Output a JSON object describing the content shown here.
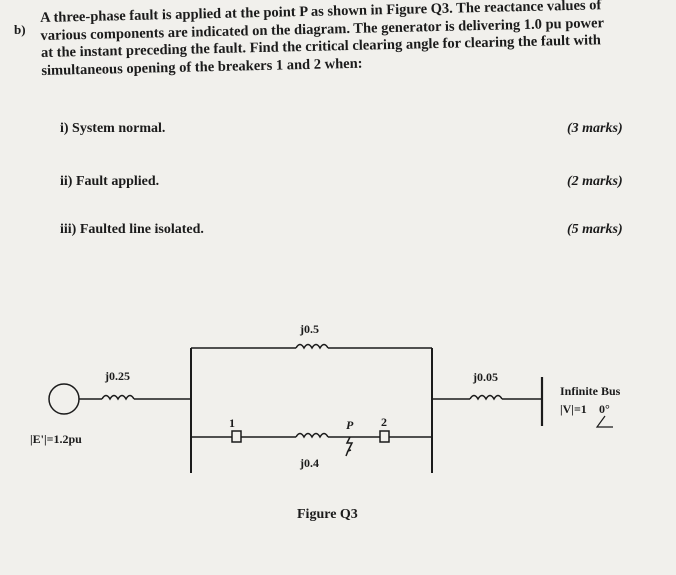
{
  "question": {
    "label": "b)",
    "lines": [
      "A three-phase fault is applied at the point P as shown in Figure Q3. The reactance values of",
      "various components are indicated on the diagram. The generator is delivering 1.0 pu power",
      "at the instant preceding the fault. Find the critical clearing angle for clearing the fault with",
      "simultaneous opening of the breakers 1 and 2 when:"
    ]
  },
  "parts": [
    {
      "label": "i)  System normal.",
      "marks": "(3 marks)"
    },
    {
      "label": "ii)  Fault applied.",
      "marks": "(2 marks)"
    },
    {
      "label": "iii)  Faulted line isolated.",
      "marks": "(5 marks)"
    }
  ],
  "figure": {
    "caption": "Figure Q3",
    "generator_emf": "|E'|=1.2pu",
    "x_gen": "j0.25",
    "x_line1": "j0.5",
    "x_line2": "j0.4",
    "x_trans": "j0.05",
    "breaker1": "1",
    "breaker2": "2",
    "fault_point": "P",
    "infinite_bus_label": "Infinite Bus",
    "infinite_bus_voltage": "|V|=1",
    "infinite_bus_angle": "0°"
  }
}
